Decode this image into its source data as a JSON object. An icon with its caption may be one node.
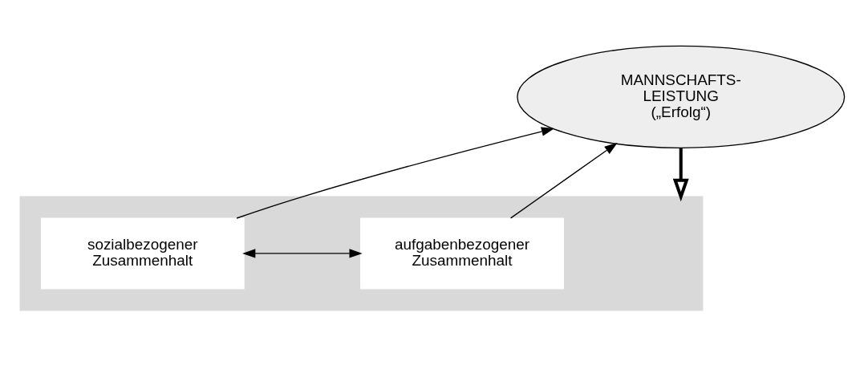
{
  "diagram": {
    "nodes": [
      {
        "text": [
          "MANNSCHAFTS- LEISTUNG („Erfolg“)"
        ]
      },
      {
        "text": [],
        "shape": "box"
      },
      {
        "text": [
          "sozialbezogener Zusammenhalt"
        ],
        "in": 1
      },
      {
        "text": [
          "aufgabenbezogener Zusammenhalt"
        ],
        "in": 1
      }
    ],
    "edges": [
      {
        "from": 0,
        "to": 1,
        "arrow": "to",
        "style": "thick"
      },
      {
        "from": 2,
        "to": 0,
        "arrow": "to"
      },
      {
        "from": 3,
        "to": 0,
        "arrow": "to"
      },
      {
        "from": 2,
        "to": 3,
        "arrow": "both"
      }
    ]
  }
}
